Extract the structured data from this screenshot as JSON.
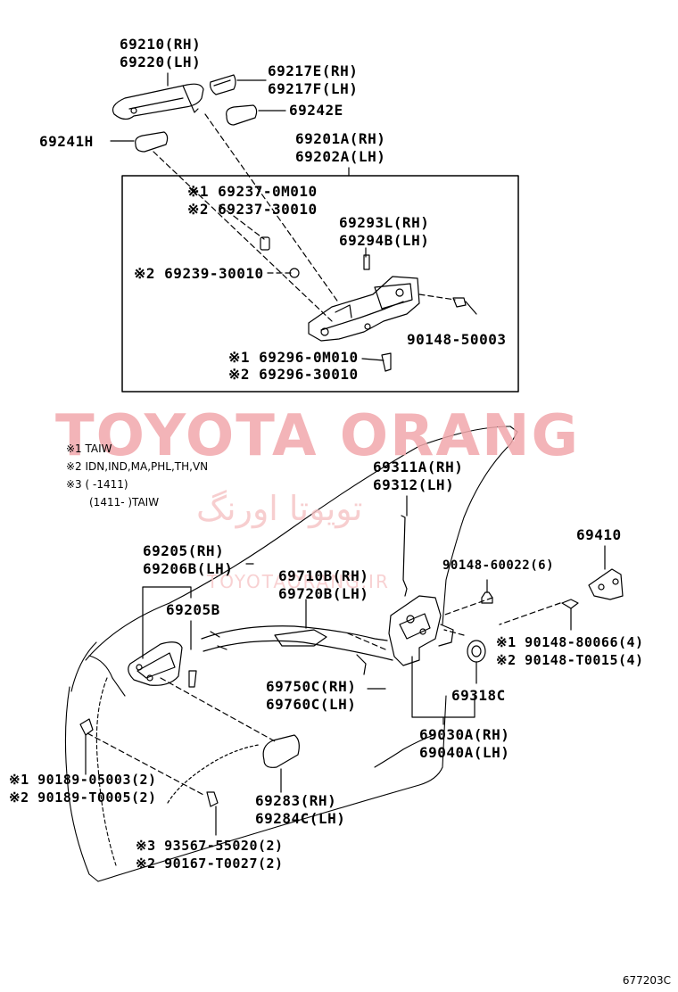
{
  "diagram_id": "677203C",
  "watermark": {
    "main": "TOYOTA ORANG",
    "persian": "تویوتا اورنگ",
    "url": "TOYOTAORANG.IR"
  },
  "legend": {
    "note1": "※1 TAIW",
    "note2": "※2 IDN,IND,MA,PHL,TH,VN",
    "note3a": "※3 (        -1411)",
    "note3b": "(1411-        )TAIW"
  },
  "parts": {
    "p69210": "69210(RH)",
    "p69220": "69220(LH)",
    "p69217e": "69217E(RH)",
    "p69217f": "69217F(LH)",
    "p69242e": "69242E",
    "p69241h": "69241H",
    "p69201a": "69201A(RH)",
    "p69202a": "69202A(LH)",
    "p69237_1": "※1 69237-0M010",
    "p69237_2": "※2 69237-30010",
    "p69293l": "69293L(RH)",
    "p69294b": "69294B(LH)",
    "p69239": "※2 69239-30010",
    "p90148_50003": "90148-50003",
    "p69296_1": "※1 69296-0M010",
    "p69296_2": "※2 69296-30010",
    "p69311a": "69311A(RH)",
    "p69312": "69312(LH)",
    "p69410": "69410",
    "p90148_60022": "90148-60022(6)",
    "p69205": "69205(RH)",
    "p69206b": "69206B(LH)",
    "p69710b": "69710B(RH)",
    "p69720b": "69720B(LH)",
    "p69205b": "69205B",
    "p90148_80066": "※1 90148-80066(4)",
    "p90148_t0015": "※2 90148-T0015(4)",
    "p69318c": "69318C",
    "p69750c": "69750C(RH)",
    "p69760c": "69760C(LH)",
    "p69030a": "69030A(RH)",
    "p69040a": "69040A(LH)",
    "p90189_05003": "※1 90189-05003(2)",
    "p90189_t0005": "※2 90189-T0005(2)",
    "p69283": "69283(RH)",
    "p69284c": "69284C(LH)",
    "p93567": "※3 93567-55020(2)",
    "p90167": "※2 90167-T0027(2)"
  }
}
